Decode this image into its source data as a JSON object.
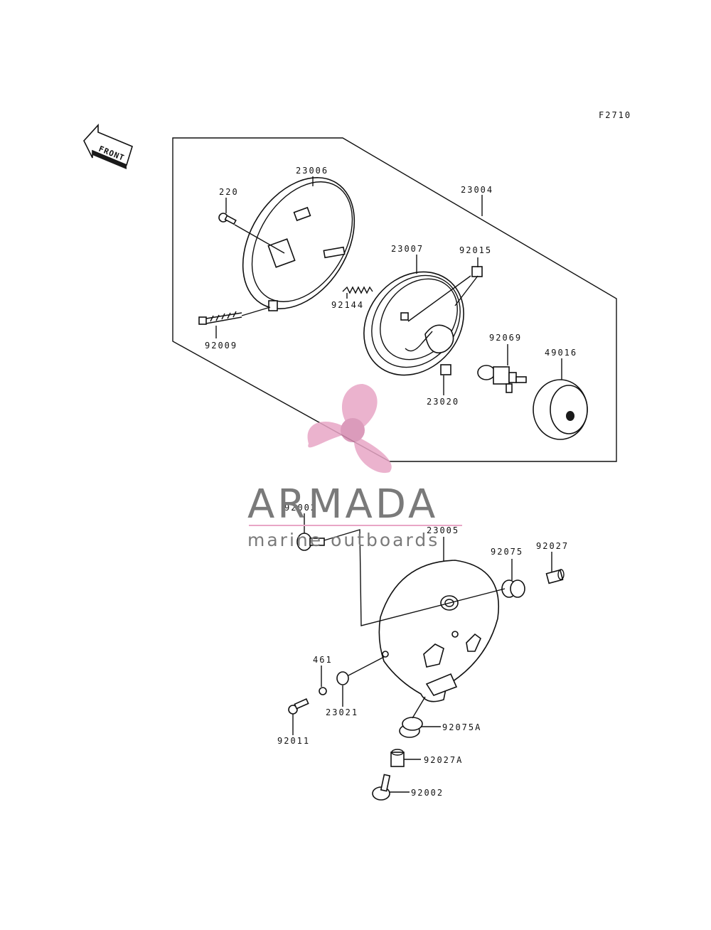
{
  "figure_code": "F2710",
  "front_label": "FRONT",
  "parts": {
    "p23006": "23006",
    "p220": "220",
    "p23004": "23004",
    "p23007": "23007",
    "p92015": "92015",
    "p92144": "92144",
    "p92009": "92009",
    "p92069": "92069",
    "p49016": "49016",
    "p23020": "23020",
    "p92002_top": "92002",
    "p23005": "23005",
    "p92075": "92075",
    "p92027": "92027",
    "p461": "461",
    "p92011": "92011",
    "p23021": "23021",
    "p92075A": "92075A",
    "p92027A": "92027A",
    "p92002_bottom": "92002"
  },
  "watermark": {
    "title": "ARMADA",
    "subtitle": "marine outboards",
    "logo_color": "#e8a6c6",
    "text_color": "#7a7a7a"
  }
}
